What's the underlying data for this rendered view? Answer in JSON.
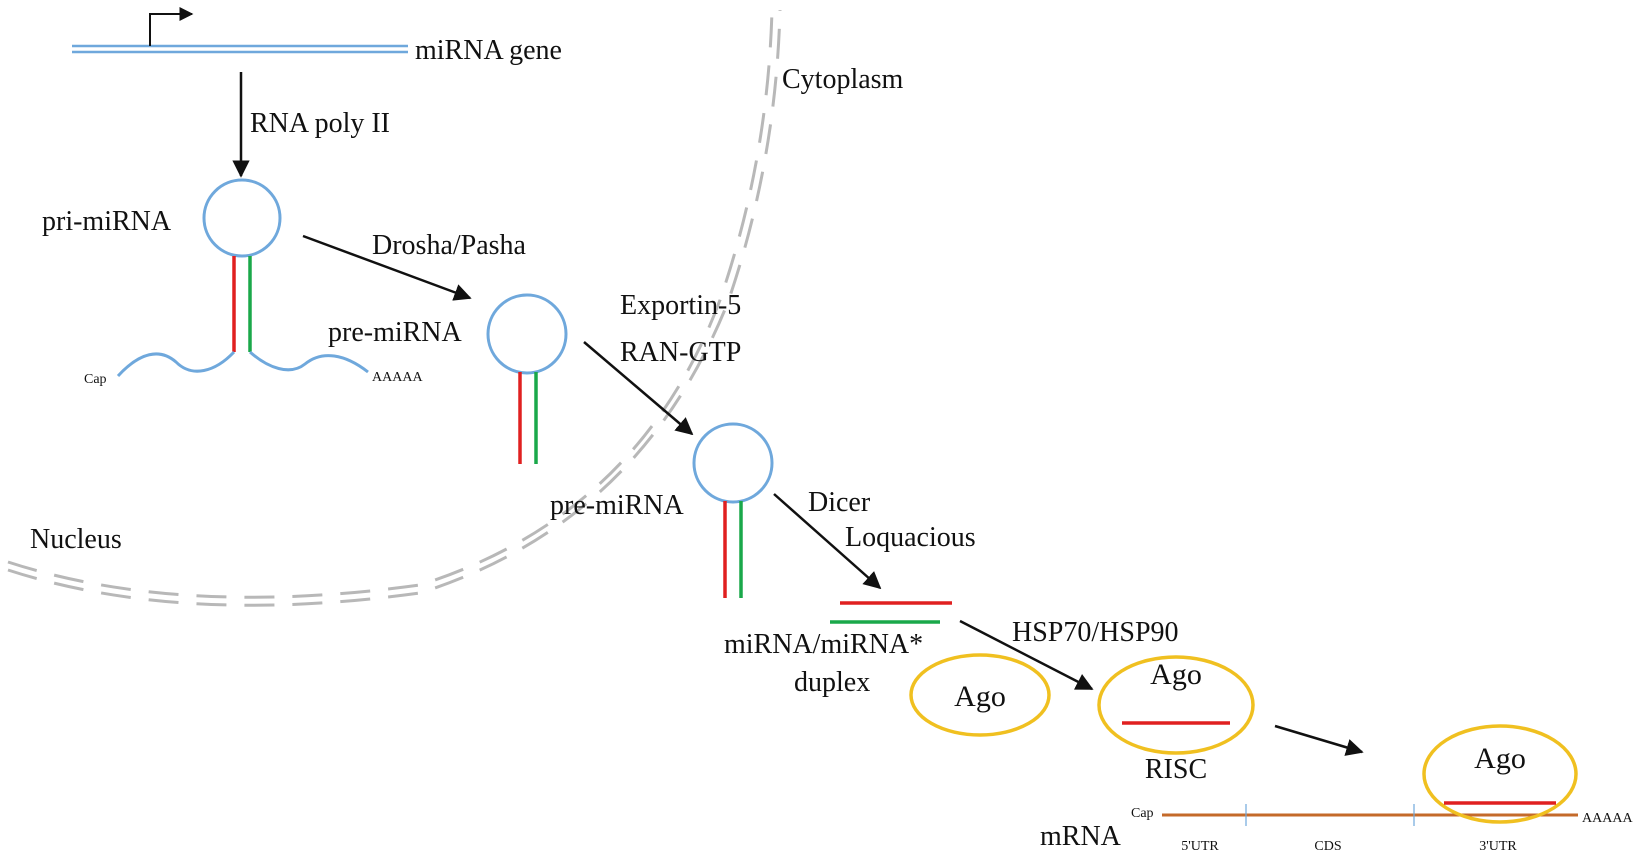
{
  "labels": {
    "gene": "miRNA gene",
    "cytoplasm": "Cytoplasm",
    "rna_pol": "RNA poly II",
    "pri": "pri-miRNA",
    "drosha": "Drosha/Pasha",
    "pre1": "pre-miRNA",
    "exportin": "Exportin-5",
    "rangtp": "RAN-GTP",
    "pre2": "pre-miRNA",
    "dicer": "Dicer",
    "loquacious": "Loquacious",
    "nucleus": "Nucleus",
    "duplex1": "miRNA/miRNA*",
    "duplex2": "duplex",
    "hsp": "HSP70/HSP90",
    "ago1": "Ago",
    "ago2": "Ago",
    "ago3": "Ago",
    "risc": "RISC",
    "mrna": "mRNA",
    "cap1": "Cap",
    "polya1": "AAAAA",
    "cap2": "Cap",
    "polya2": "AAAAA",
    "utr5": "5'UTR",
    "cds": "CDS",
    "utr3": "3'UTR"
  },
  "colors": {
    "rna": "#6fa8dc",
    "mirna": "#e02020",
    "star": "#1aa84a",
    "ago": "#f0c020",
    "mrna": "#c46a2a",
    "membrane": "#b8b8b8",
    "arrow": "#111111"
  }
}
